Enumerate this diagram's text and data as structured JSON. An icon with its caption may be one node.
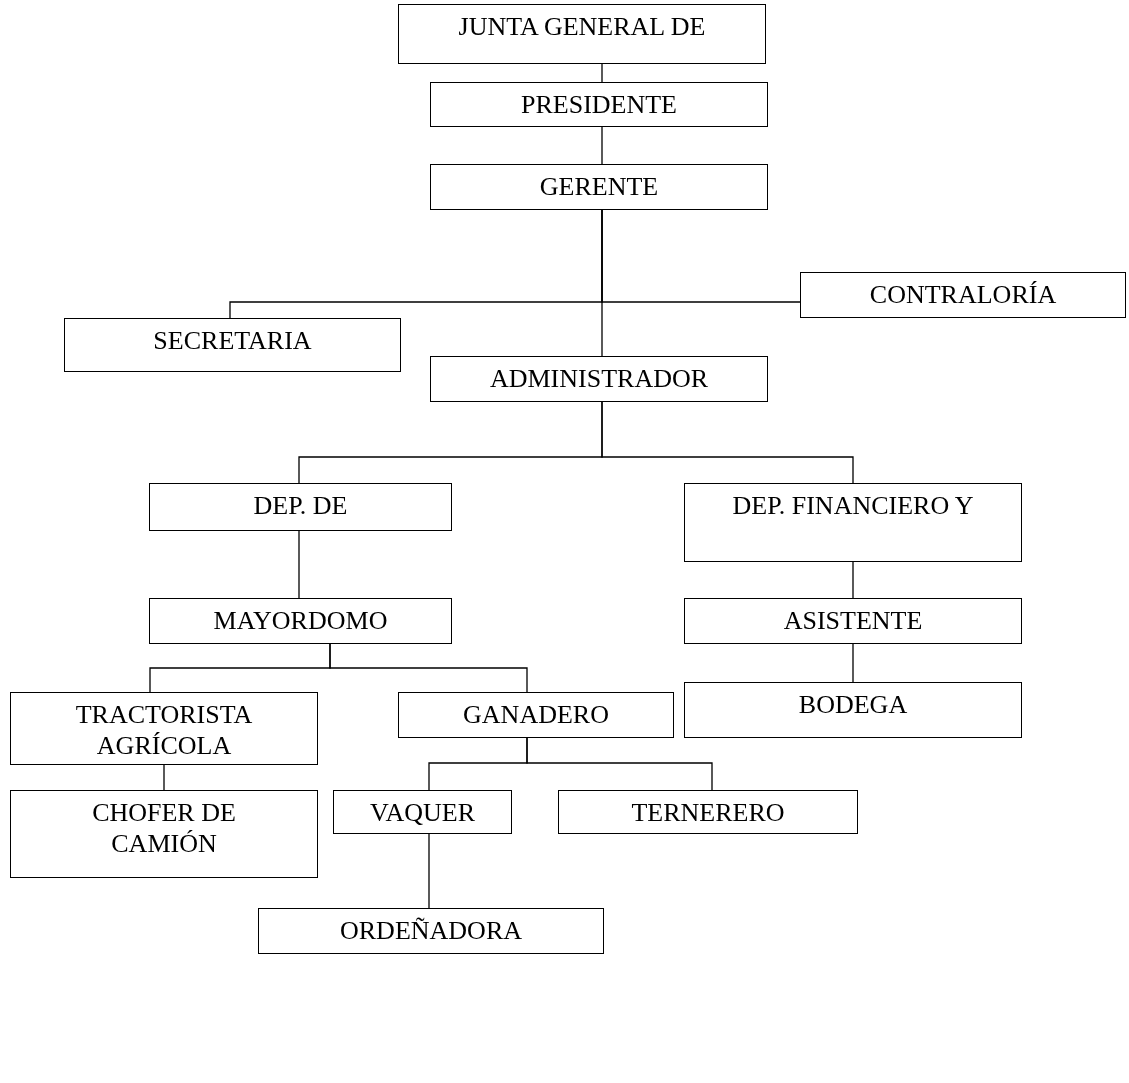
{
  "diagram": {
    "nodes": [
      {
        "text": [
          "JUNTA GENERAL DE"
        ]
      },
      {
        "text": [
          "PRESIDENTE"
        ]
      },
      {
        "text": [
          "GERENTE"
        ]
      },
      {
        "text": [
          "CONTRALORÍA"
        ]
      },
      {
        "text": [
          "SECRETARIA"
        ]
      },
      {
        "text": [
          "ADMINISTRADOR"
        ]
      },
      {
        "text": [
          "DEP. DE"
        ]
      },
      {
        "text": [
          "DEP. FINANCIERO Y"
        ]
      },
      {
        "text": [
          "MAYORDOMO"
        ]
      },
      {
        "text": [
          "ASISTENTE"
        ]
      },
      {
        "text": [
          "BODEGA"
        ]
      },
      {
        "text": [
          "TRACTORISTA AGRÍCOLA"
        ]
      },
      {
        "text": [
          "GANADERO"
        ]
      },
      {
        "text": [
          "CHOFER DE CAMIÓN"
        ]
      },
      {
        "text": [
          "VAQUER"
        ]
      },
      {
        "text": [
          "TERNERERO"
        ]
      },
      {
        "text": [
          "ORDEÑADORA"
        ]
      }
    ],
    "edges": [
      {
        "from": 0,
        "to": 1,
        "arrow": "none"
      },
      {
        "from": 1,
        "to": 2,
        "arrow": "none"
      },
      {
        "from": 2,
        "to": 5,
        "arrow": "none"
      },
      {
        "from": 2,
        "to": 4,
        "arrow": "none"
      },
      {
        "from": 2,
        "to": 3,
        "arrow": "none"
      },
      {
        "from": 5,
        "to": 6,
        "arrow": "none"
      },
      {
        "from": 5,
        "to": 7,
        "arrow": "none"
      },
      {
        "from": 6,
        "to": 8,
        "arrow": "none"
      },
      {
        "from": 8,
        "to": 11,
        "arrow": "none"
      },
      {
        "from": 8,
        "to": 12,
        "arrow": "none"
      },
      {
        "from": 7,
        "to": 9,
        "arrow": "none"
      },
      {
        "from": 9,
        "to": 10,
        "arrow": "none"
      },
      {
        "from": 11,
        "to": 13,
        "arrow": "none"
      },
      {
        "from": 12,
        "to": 14,
        "arrow": "none"
      },
      {
        "from": 12,
        "to": 15,
        "arrow": "none"
      },
      {
        "from": 14,
        "to": 16,
        "arrow": "none"
      }
    ]
  }
}
